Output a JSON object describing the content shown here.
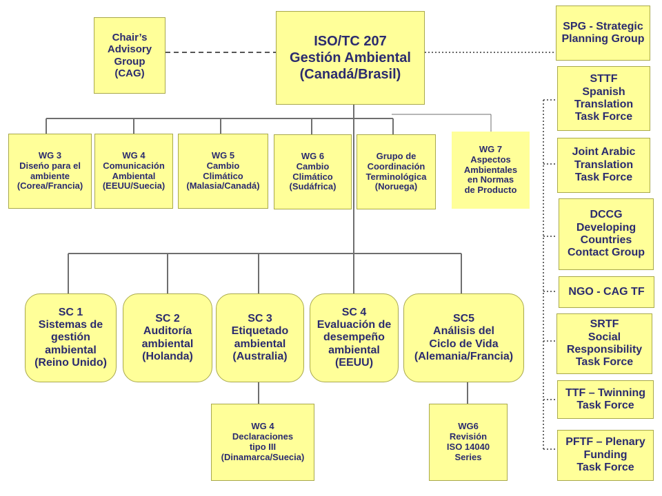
{
  "chair": {
    "label": "Chair’s\nAdvisory\nGroup\n(CAG)"
  },
  "tc": {
    "label": "ISO/TC 207\nGestión Ambiental\n(Canadá/Brasil)"
  },
  "working_groups": [
    {
      "label": "WG 3\nDiseńo para el\nambiente\n(Corea/Francia)"
    },
    {
      "label": "WG 4\nComunicación\nAmbiental\n(EEUU/Suecia)"
    },
    {
      "label": "WG 5\nCambio\nClimático\n(Malasia/Canadá)"
    },
    {
      "label": "WG 6\nCambio\nClimático\n(Sudáfrica)"
    },
    {
      "label": "Grupo de\nCoordinación\nTerminológica\n(Noruega)"
    },
    {
      "label": "WG 7\nAspectos\nAmbientales\nen Normas\nde Producto"
    }
  ],
  "subcommittees": [
    {
      "label": "SC 1\nSistemas de\ngestión\nambiental\n(Reino Unido)"
    },
    {
      "label": "SC 2\nAuditoría\nambiental\n(Holanda)"
    },
    {
      "label": "SC 3\nEtiquetado\nambiental\n(Australia)"
    },
    {
      "label": "SC 4\nEvaluación de\ndesempeño\nambiental\n(EEUU)"
    },
    {
      "label": "SC5\nAnálisis del\nCiclo de Vida\n(Alemania/Francia)"
    }
  ],
  "sc_subgroups": [
    {
      "label": "WG 4\nDeclaraciones\ntipo III\n(Dinamarca/Suecia)"
    },
    {
      "label": "WG6\nRevisión\nISO 14040\nSeries"
    }
  ],
  "side_groups": [
    {
      "label": "SPG - Strategic\nPlanning Group"
    },
    {
      "label": "STTF\nSpanish\nTranslation\nTask Force"
    },
    {
      "label": "Joint Arabic\nTranslation\nTask Force"
    },
    {
      "label": "DCCG\nDeveloping\nCountries\nContact Group"
    },
    {
      "label": "NGO - CAG TF"
    },
    {
      "label": "SRTF\nSocial\nResponsibility\nTask Force"
    },
    {
      "label": "TTF – Twinning\nTask Force"
    },
    {
      "label": "PFTF – Plenary\nFunding\nTask Force"
    }
  ]
}
